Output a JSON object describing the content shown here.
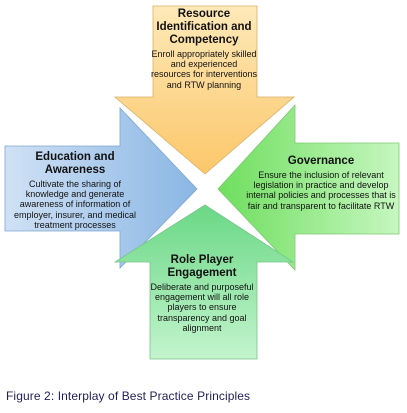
{
  "nodes": {
    "top": {
      "title": "Resource Identification and Competency",
      "description": "Enroll appropriately skilled and experienced resources for interventions and RTW planning",
      "color": "#fcd488"
    },
    "left": {
      "title": "Education and Awareness",
      "description": "Cultivate the sharing of knowledge and generate awareness of information of employer, insurer, and medical treatment processes",
      "color": "#9fc3e9"
    },
    "right": {
      "title": "Governance",
      "description": "Ensure the inclusion of relevant legislation in practice and develop internal policies and processes that is fair and transparent to facilitate RTW",
      "color": "#a4ee9a"
    },
    "bottom": {
      "title": "Role Player Engagement",
      "description": "Deliberate and purposeful engagement will all role players to ensure transparency and goal alignment",
      "color": "#8fe6a2"
    }
  },
  "caption": "Figure 2:  Interplay of Best Practice Principles"
}
